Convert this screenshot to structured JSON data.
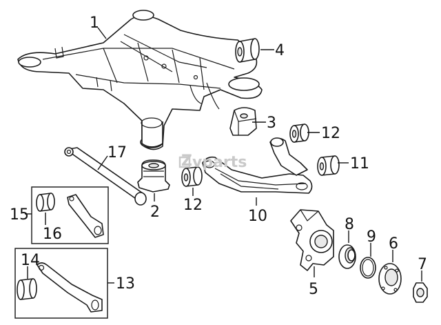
{
  "watermark": {
    "prefix": "Z",
    "text": "vparts"
  },
  "callouts": [
    "1",
    "4",
    "3",
    "12",
    "17",
    "11",
    "2",
    "12",
    "10",
    "15",
    "16",
    "8",
    "9",
    "6",
    "14",
    "13",
    "7",
    "5"
  ],
  "colors": {
    "line": "#1a1a1a",
    "background": "#ffffff",
    "watermark": "#c9c9c9"
  }
}
